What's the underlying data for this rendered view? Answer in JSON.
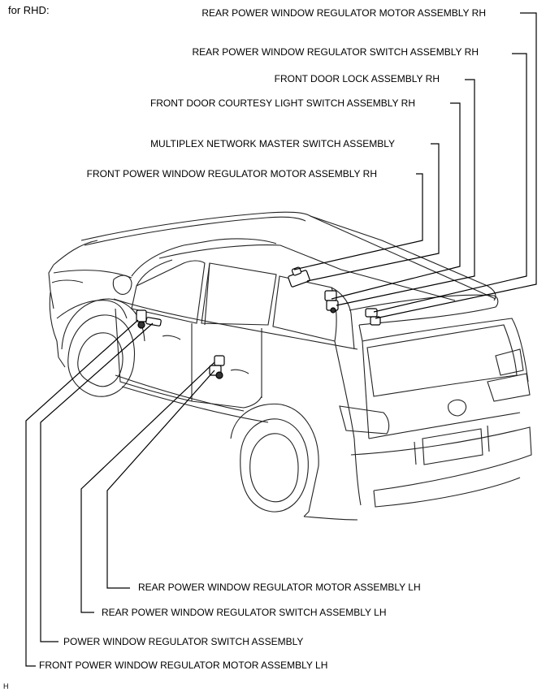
{
  "variant_label": "for RHD:",
  "figure_code": "H",
  "callouts_right": [
    "REAR POWER WINDOW REGULATOR MOTOR ASSEMBLY RH",
    "REAR POWER WINDOW REGULATOR SWITCH ASSEMBLY RH",
    "FRONT DOOR LOCK ASSEMBLY RH",
    "FRONT DOOR COURTESY LIGHT SWITCH ASSEMBLY RH",
    "MULTIPLEX NETWORK MASTER SWITCH ASSEMBLY",
    "FRONT POWER WINDOW REGULATOR MOTOR ASSEMBLY RH"
  ],
  "callouts_left": [
    "REAR POWER WINDOW REGULATOR MOTOR ASSEMBLY LH",
    "REAR POWER WINDOW REGULATOR SWITCH ASSEMBLY LH",
    "POWER WINDOW REGULATOR SWITCH ASSEMBLY",
    "FRONT POWER WINDOW REGULATOR MOTOR ASSEMBLY LH"
  ]
}
